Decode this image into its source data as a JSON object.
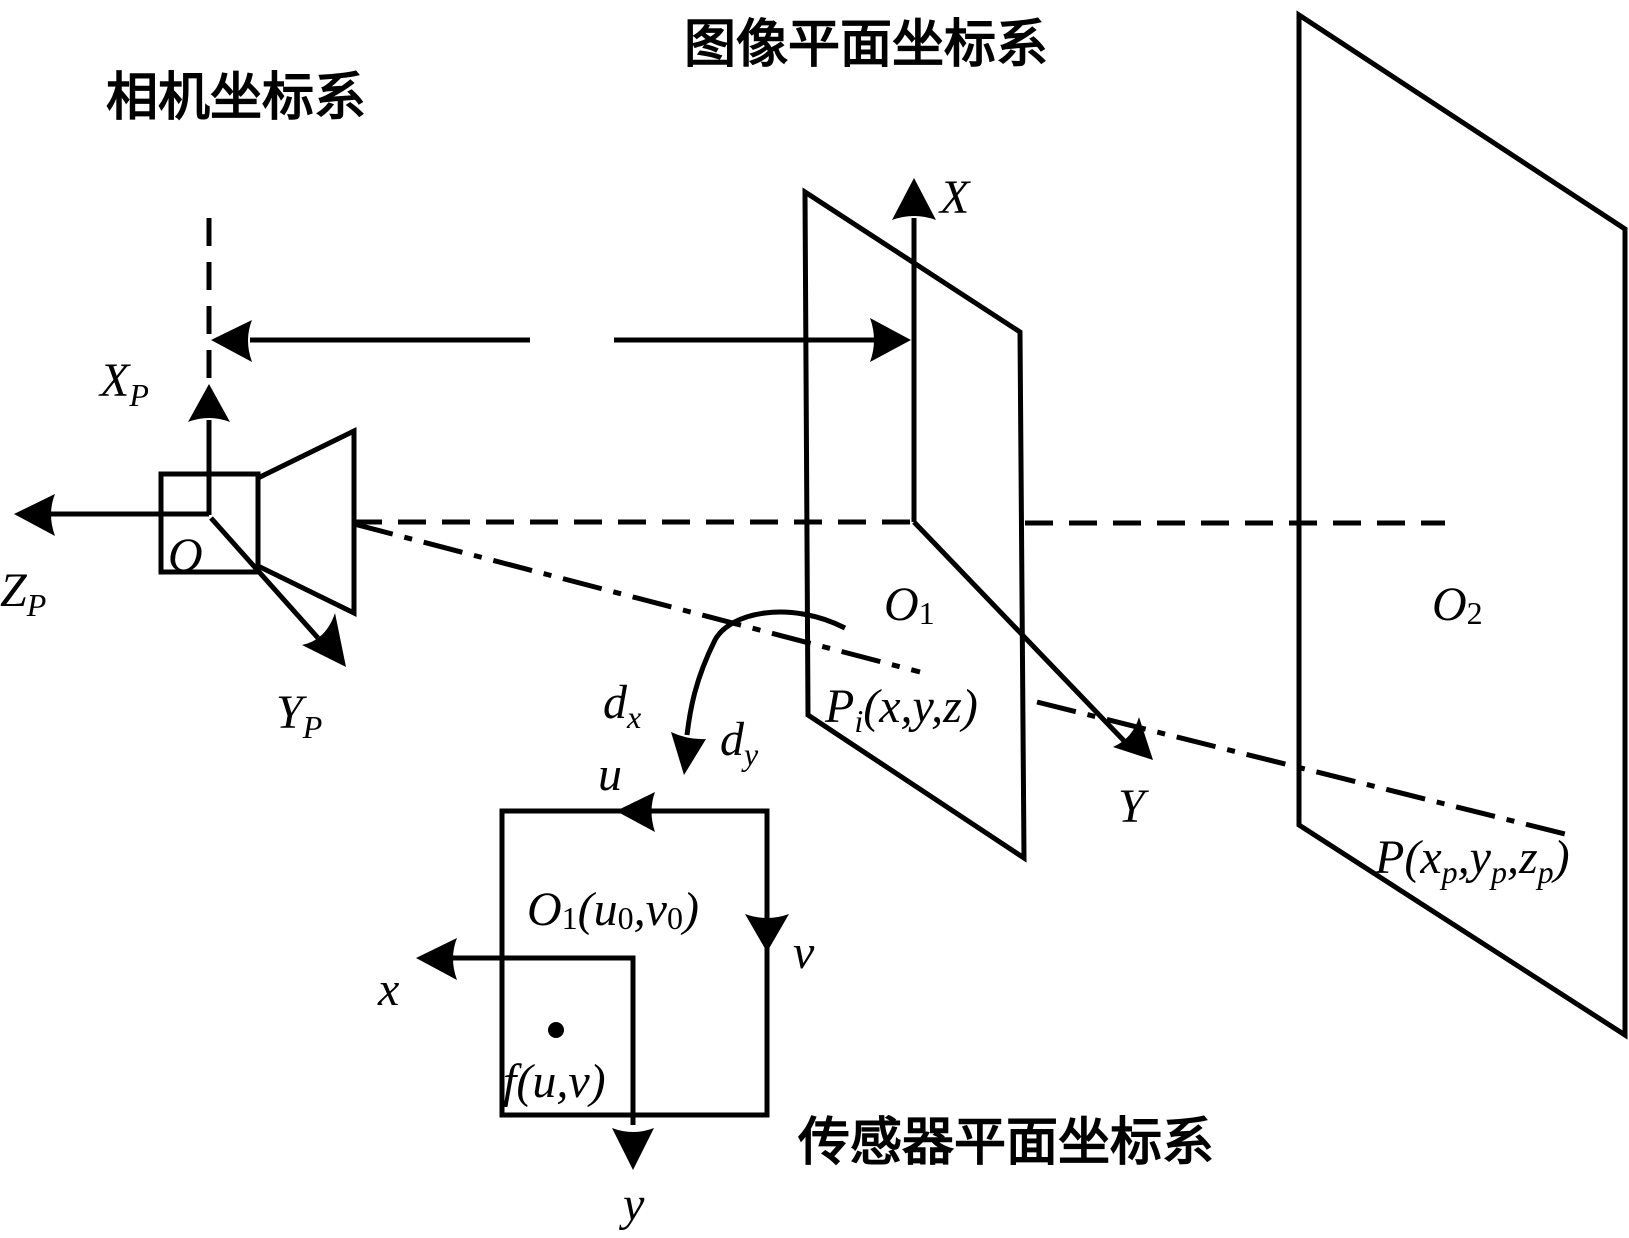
{
  "titles": {
    "camera_system": "相机坐标系",
    "image_plane_system": "图像平面坐标系",
    "sensor_plane_system": "传感器平面坐标系"
  },
  "camera_axes": {
    "x_main": "X",
    "x_sub": "P",
    "y_main": "Y",
    "y_sub": "P",
    "z_main": "Z",
    "z_sub": "P",
    "origin": "O"
  },
  "image_plane": {
    "x_axis": "X",
    "y_axis": "Y",
    "origin_main": "O",
    "origin_sub": "1",
    "point_main": "P",
    "point_sub": "i",
    "point_coords": "(x,y,z)"
  },
  "object_plane": {
    "origin_main": "O",
    "origin_sub": "2",
    "point_main": "P",
    "point_open": "(",
    "coord_x": "x",
    "coord_y": "y",
    "coord_z": "z",
    "coord_sub": "p",
    "comma": ",",
    "point_close": ")"
  },
  "transform": {
    "dx_main": "d",
    "dx_sub": "x",
    "dy_main": "d",
    "dy_sub": "y"
  },
  "sensor_plane": {
    "u_axis": "u",
    "v_axis": "v",
    "x_axis": "x",
    "y_axis": "y",
    "origin_main": "O",
    "origin_sub": "1",
    "origin_coords_open": "(u",
    "origin_coords_sub0": "0",
    "origin_coords_mid": ",v",
    "origin_coords_sub1": "0",
    "origin_coords_close": ")",
    "pixel_label": "f(u,v)"
  }
}
